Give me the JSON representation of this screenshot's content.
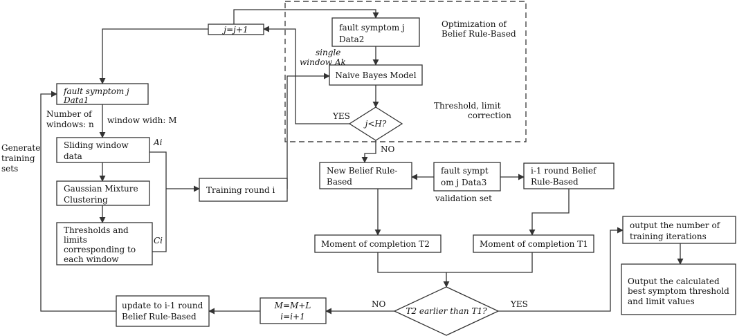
{
  "boxes": {
    "data1": [
      "fault symptom j",
      "Data1"
    ],
    "sliding": [
      "Sliding  window",
      "data"
    ],
    "gmc": [
      "Gaussian Mixture",
      "Clustering"
    ],
    "thresholds": [
      "Thresholds and",
      "limits",
      "corresponding to",
      "each window"
    ],
    "training_round": "Training round i",
    "jj1": "j=j+1",
    "data2": [
      "fault symptom j",
      "Data2"
    ],
    "naive_bayes": "Naive Bayes Model",
    "decision_jh": "j<H?",
    "new_brb": [
      "New Belief Rule-",
      "Based"
    ],
    "data3": [
      "fault  sympt",
      "om  j  Data3"
    ],
    "prev_brb": [
      "i-1 round Belief",
      "Rule-Based"
    ],
    "moment_t2": "Moment of completion T2",
    "moment_t1": "Moment of completion T1",
    "decision_t2t1": "T2 earlier than T1?",
    "update_mi": [
      "M=M+L",
      "i=i+1"
    ],
    "update_brb": [
      "update to i-1 round",
      "Belief Rule-Based"
    ],
    "output_iterations": [
      "output the number of",
      "training iterations"
    ],
    "output_best": [
      "Output the calculated",
      "best symptom threshold",
      "and limit values"
    ]
  },
  "labels": {
    "generate": [
      "Generate",
      "training",
      "sets"
    ],
    "num_windows": [
      "Number of",
      "windows: n"
    ],
    "window_width": "window widh: M",
    "ai": "Ai",
    "ci": "Ci",
    "single_window": [
      "single",
      "window Ak"
    ],
    "yes_upper": "YES",
    "no_middle": "NO",
    "validation": "validation  set",
    "optimization": [
      "Optimization of",
      "Belief  Rule-Based"
    ],
    "threshold_correction": [
      "Threshold, limit",
      "correction"
    ],
    "no_bottom": "NO",
    "yes_bottom": "YES"
  }
}
